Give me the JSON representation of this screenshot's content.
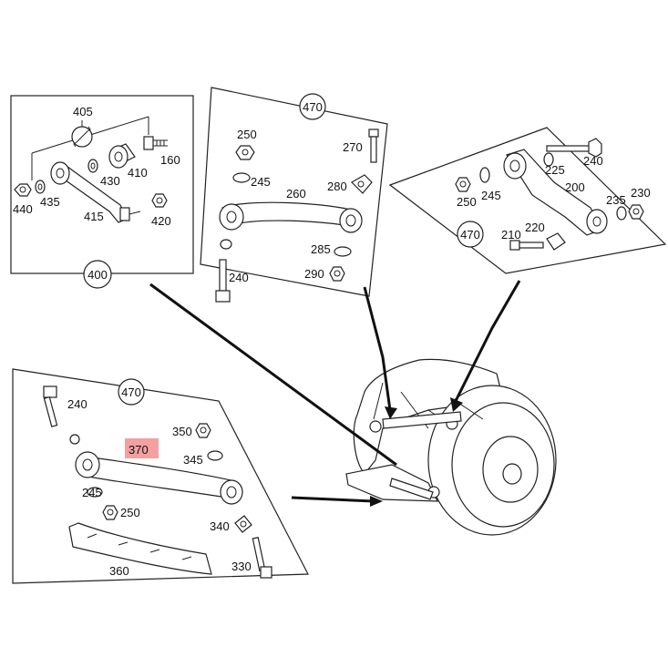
{
  "diagram": {
    "highlight": {
      "label": "370",
      "color": "#f3a0a0"
    },
    "panels": {
      "topleft": {
        "group": "400",
        "labels": {
          "p405": "405",
          "p440": "440",
          "p435": "435",
          "p430": "430",
          "p410": "410",
          "p160": "160",
          "p415": "415",
          "p420": "420"
        }
      },
      "topcenter": {
        "group": "470",
        "labels": {
          "p250": "250",
          "p270": "270",
          "p245": "245",
          "p280": "280",
          "p260": "260",
          "p285": "285",
          "p290": "290",
          "p240": "240"
        }
      },
      "topright": {
        "group": "470",
        "labels": {
          "p225": "225",
          "p240": "240",
          "p250": "250",
          "p245": "245",
          "p200": "200",
          "p235": "235",
          "p230": "230",
          "p210": "210",
          "p220": "220"
        }
      },
      "bottomleft": {
        "group": "470",
        "labels": {
          "p240": "240",
          "p350": "350",
          "p370": "370",
          "p345": "345",
          "p245": "245",
          "p250": "250",
          "p340": "340",
          "p360": "360",
          "p330": "330"
        }
      }
    }
  }
}
